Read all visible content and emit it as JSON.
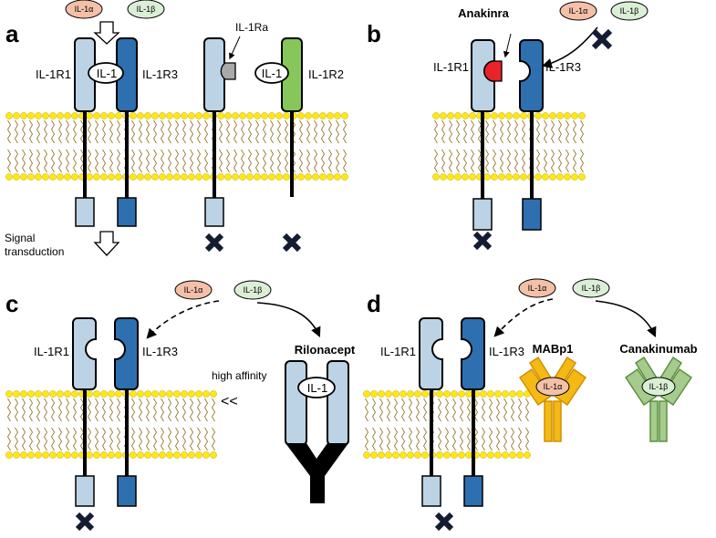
{
  "colors": {
    "receptor_light": "#bcd3e6",
    "receptor_dark": "#2e6fb0",
    "receptor_green": "#86c65a",
    "il1a_fill": "#f4c0a8",
    "il1b_fill": "#dbeed6",
    "anakinra_red": "#e8232a",
    "ra_gray": "#a9a9a9",
    "mabp1_yellow": "#f4b915",
    "mabp1_edge": "#d08f00",
    "canakinumab_green": "#a5cc8c",
    "canakinumab_edge": "#5c9040",
    "membrane_head": "#ffe812",
    "membrane_tail": "#8a6d1e",
    "x_mark": "#141c33",
    "fc_black": "#000000"
  },
  "panels": {
    "a": {
      "letter": "a",
      "il1a": "IL-1α",
      "il1b": "IL-1β",
      "il1r1": "IL-1R1",
      "il1r3": "IL-1R3",
      "complex_ligand": "IL-1",
      "il1ra": "IL-1Ra",
      "decoy_ligand": "IL-1",
      "il1r2": "IL-1R2",
      "signal_line1": "Signal",
      "signal_line2": "transduction"
    },
    "b": {
      "letter": "b",
      "drug": "Anakinra",
      "il1a": "IL-1α",
      "il1b": "IL-1β",
      "il1r1": "IL-1R1",
      "il1r3": "IL-1R3"
    },
    "c": {
      "letter": "c",
      "il1a": "IL-1α",
      "il1b": "IL-1β",
      "il1r1": "IL-1R1",
      "il1r3": "IL-1R3",
      "drug": "Rilonacept",
      "affinity": "high affinity",
      "compare": "<<",
      "trap_ligand": "IL-1"
    },
    "d": {
      "letter": "d",
      "il1a": "IL-1α",
      "il1b": "IL-1β",
      "il1r1": "IL-1R1",
      "il1r3": "IL-1R3",
      "drug1": "MABp1",
      "drug2": "Canakinumab",
      "mab1_ligand": "IL-1α",
      "mab2_ligand": "IL-1β"
    }
  }
}
